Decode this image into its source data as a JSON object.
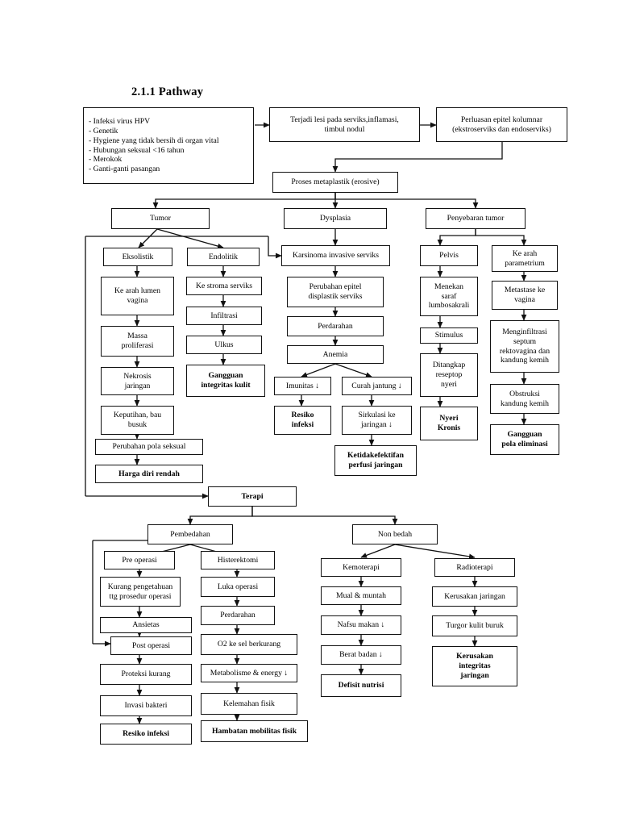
{
  "document": {
    "heading": "2.1.1  Pathway",
    "type": "flowchart-pathway",
    "language": "id"
  },
  "nodes": {
    "etiologi": "- Infeksi virus HPV\n- Genetik\n- Hygiene yang tidak bersih di organ vital\n- Hubungan seksual <16 tahun\n- Merokok\n- Ganti-ganti pasangan",
    "lesi": "Terjadi lesi pada serviks,inflamasi,\ntimbul nodul",
    "perluasan": "Perluasan epitel kolumnar\n(ekstroserviks dan endoserviks)",
    "metaplastik": "Proses metaplastik (erosive)",
    "tumor": "Tumor",
    "dysplasia": "Dysplasia",
    "penyebaran": "Penyebaran tumor",
    "eksolistik": "Eksolistik",
    "endolitik": "Endolitik",
    "karsinoma": "Karsinoma invasive serviks",
    "pelvis": "Pelvis",
    "parametrium": "Ke arah\nparametrium",
    "lumen_vagina": "Ke arah lumen\nvagina",
    "stroma": "Ke stroma serviks",
    "perubahan_epitel": "Perubahan epitel\ndisplastik serviks",
    "menekan_saraf": "Menekan\nsaraf\nlumbosakrali",
    "metastase": "Metastase ke\nvagina",
    "massa": "Massa\nproliferasi",
    "infiltrasi": "Infiltrasi",
    "perdarahan1": "Perdarahan",
    "stimulus": "Stimulus",
    "menginfiltrasi": "Menginfiltrasi\nseptum\nrektovagina dan\nkandung kemih",
    "nekrosis": "Nekrosis\njaringan",
    "ulkus": "Ulkus",
    "anemia": "Anemia",
    "ditangkap": "Ditangkap\nreseptop\nnyeri",
    "gangguan_kulit": "Gangguan\nintegritas kulit",
    "imunitas": "Imunitas ↓",
    "curah_jantung": "Curah jantung ↓",
    "obstruksi": "Obstruksi\nkandung kemih",
    "keputihan": "Keputihan, bau\nbusuk",
    "resiko_infeksi1": "Resiko\ninfeksi",
    "sirkulasi": "Sirkulasi ke\njaringan ↓",
    "nyeri_kronis": "Nyeri\nKronis",
    "gangguan_eliminasi": "Gangguan\npola eliminasi",
    "perubahan_pola": "Perubahan pola seksual",
    "ketidakefektifan": "Ketidakefektifan\nperfusi jaringan",
    "harga_diri": "Harga diri rendah",
    "terapi": "Terapi",
    "pembedahan": "Pembedahan",
    "non_bedah": "Non bedah",
    "pre_operasi": "Pre operasi",
    "histerektomi": "Histerektomi",
    "kemoterapi": "Kemoterapi",
    "radioterapi": "Radioterapi",
    "kurang_pengetahuan": "Kurang pengetahuan\nttg prosedur operasi",
    "luka_operasi": "Luka operasi",
    "mual": "Mual &  muntah",
    "kerusakan_jaringan": "Kerusakan jaringan",
    "ansietas": "Ansietas",
    "perdarahan2": "Perdarahan",
    "nafsu_makan": "Nafsu makan ↓",
    "turgor": "Turgor kulit buruk",
    "post_operasi": "Post operasi",
    "o2": "O2 ke sel berkurang",
    "berat_badan": "Berat badan ↓",
    "kerusakan_integritas": "Kerusakan\nintegritas\njaringan",
    "proteksi": "Proteksi kurang",
    "metabolisme": "Metabolisme & energy ↓",
    "defisit": "Defisit nutrisi",
    "invasi": "Invasi bakteri",
    "kelemahan": "Kelemahan fisik",
    "resiko_infeksi2": "Resiko infeksi",
    "hambatan": "Hambatan mobilitas fisik"
  },
  "styles": {
    "line_color": "#111111",
    "box_border": "#111111",
    "background": "#ffffff",
    "text_color": "#000000"
  }
}
